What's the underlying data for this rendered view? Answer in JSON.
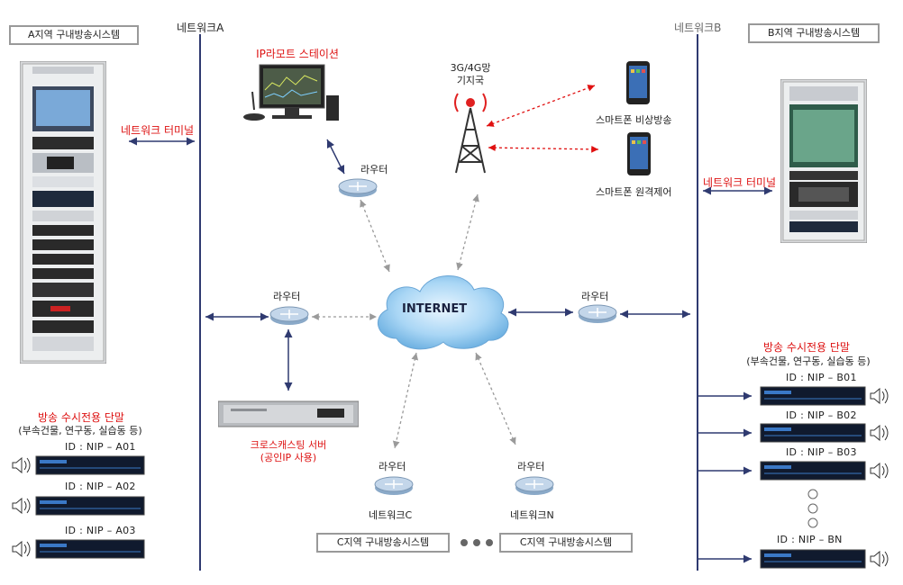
{
  "network_a": {
    "title": "네트워크A",
    "system_label": "A지역 구내방송시스템",
    "terminal_label": "네트워크 터미널",
    "receivers_title": "방송 수시전용 단말",
    "receivers_subtitle": "(부속건물, 연구동, 실습동 등)",
    "receivers": [
      {
        "id": "ID : NIP – A01"
      },
      {
        "id": "ID : NIP – A02"
      },
      {
        "id": "ID : NIP – A03"
      }
    ],
    "router_label": "라우터"
  },
  "network_b": {
    "title": "네트워크B",
    "system_label": "B지역 구내방송시스템",
    "terminal_label": "네트워크 터미널",
    "receivers_title": "방송 수시전용 단말",
    "receivers_subtitle": "(부속건물, 연구동, 실습동 등)",
    "receivers": [
      {
        "id": "ID : NIP – B01"
      },
      {
        "id": "ID : NIP – B02"
      },
      {
        "id": "ID : NIP – B03"
      },
      {
        "id": "ID : NIP – BN"
      }
    ],
    "router_label": "라우터"
  },
  "ip_remote_station": {
    "label": "IP라모트 스테이션",
    "router_label": "라우터"
  },
  "base_station": {
    "label_line1": "3G/4G망",
    "label_line2": "기지국"
  },
  "smartphones": [
    {
      "label": "스마트폰 비상방송"
    },
    {
      "label": "스마트폰 원격제어"
    }
  ],
  "internet": {
    "label": "INTERNET"
  },
  "cross_server": {
    "label_line1": "크로스캐스팅 서버",
    "label_line2": "(공인IP 사용)"
  },
  "network_c": {
    "router_label": "라우터",
    "name": "네트워크C",
    "system_label": "C지역 구내방송시스템"
  },
  "network_n": {
    "router_label": "라우터",
    "name": "네트워크N",
    "system_label": "C지역 구내방송시스템"
  },
  "colors": {
    "red_text": "#dd1111",
    "line_dark": "#2f3a70",
    "line_dashed": "#aaaaaa",
    "arrow_red": "#e01010"
  }
}
